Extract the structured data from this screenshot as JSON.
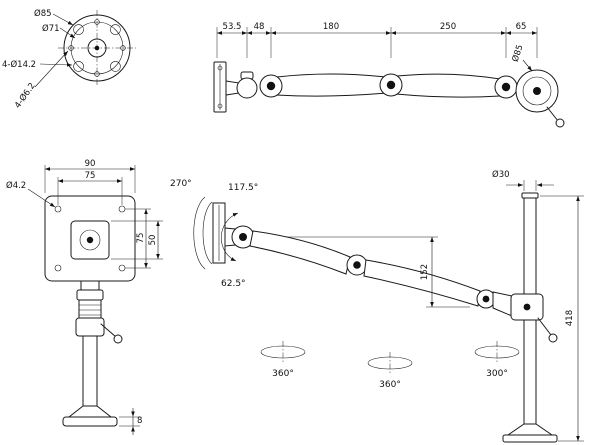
{
  "drawing": {
    "flange_view": {
      "dia_outer": "Ø85",
      "dia_bolt_circle": "Ø71",
      "holes_large": "4-Ø14.2",
      "holes_small": "4-Ø6.2"
    },
    "arm_view": {
      "d1": "53.5",
      "d2": "48",
      "d3": "180",
      "d4": "250",
      "d5": "65",
      "dia_flange": "Ø85"
    },
    "plate_view": {
      "width": "90",
      "hole_pitch_h": "75",
      "hole_dia": "Ø4.2",
      "hole_pitch_v": "75",
      "center_height": "50",
      "base_height": "8"
    },
    "assembly_view": {
      "swivel_range": "270°",
      "tilt_up": "117.5°",
      "tilt_down": "62.5°",
      "arm_drop": "152",
      "pole_dia": "Ø30",
      "pole_height": "418",
      "rot_joint1": "360°",
      "rot_joint2": "360°",
      "rot_joint3": "300°"
    }
  }
}
